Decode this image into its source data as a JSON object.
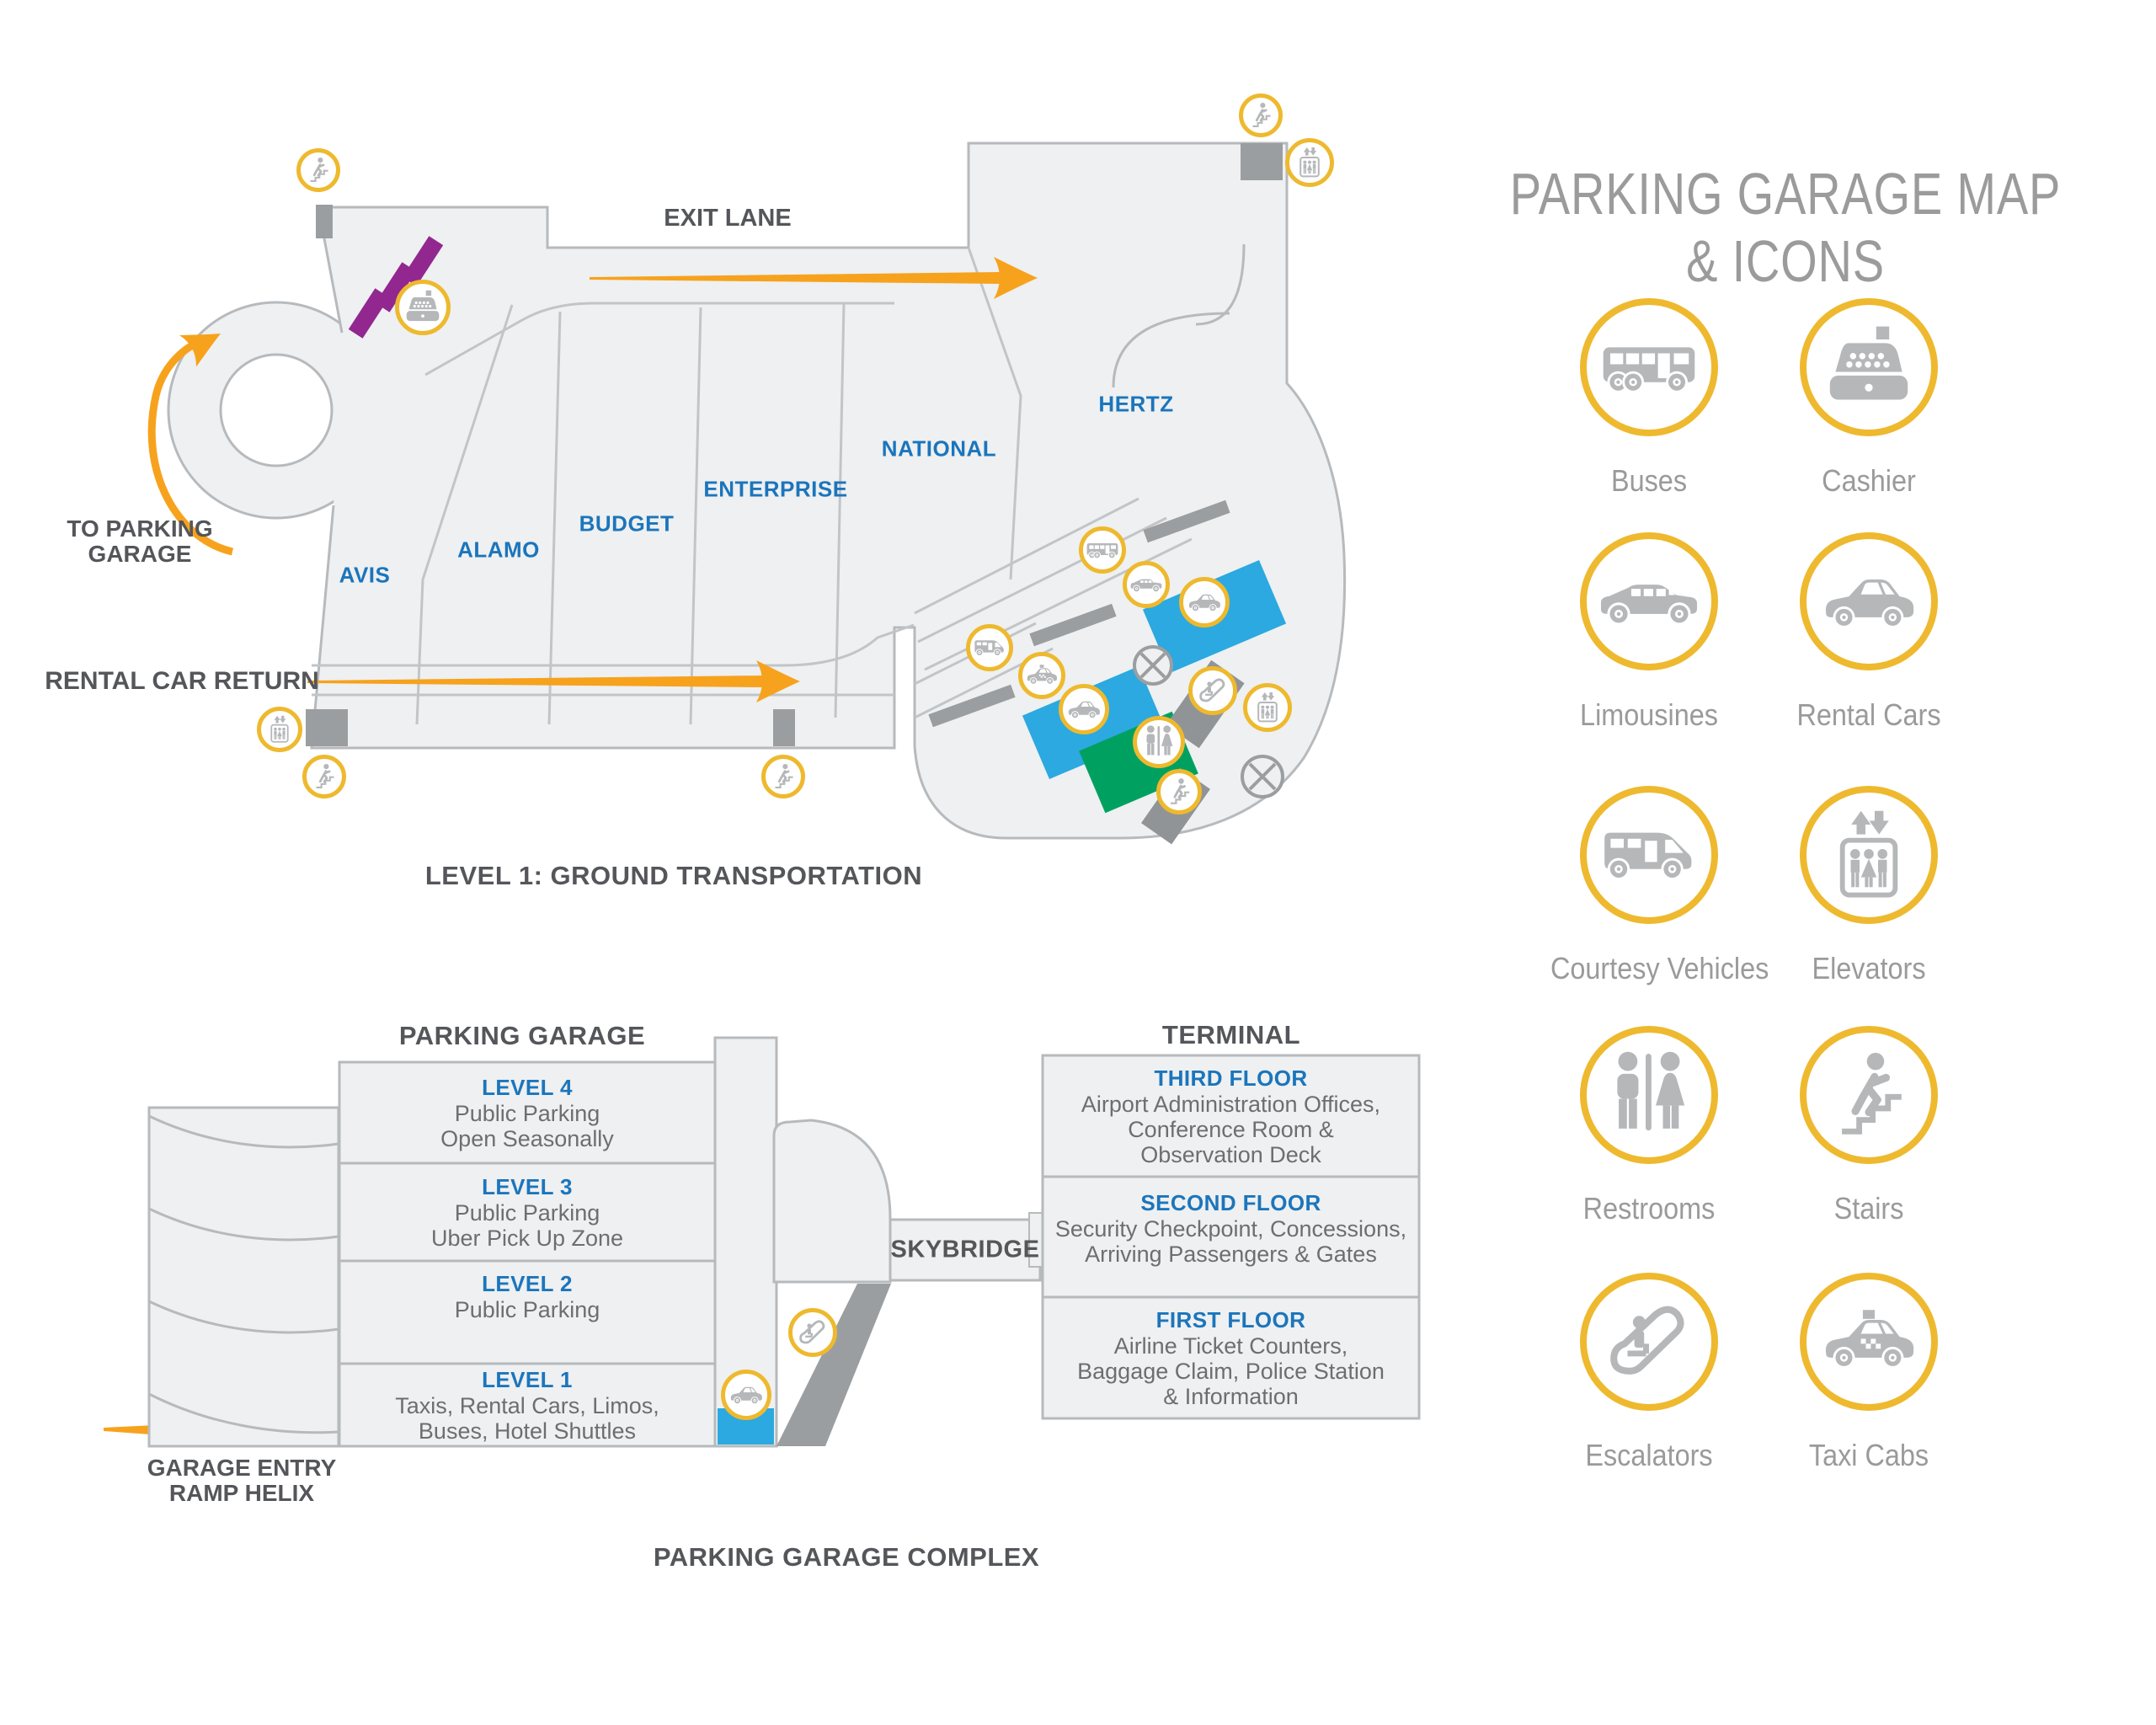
{
  "title": "PARKING GARAGE MAP & ICONS",
  "map": {
    "caption": "LEVEL 1: GROUND TRANSPORTATION",
    "labels": {
      "exit_lane": "EXIT LANE",
      "rental_car_return": "RENTAL CAR RETURN",
      "to_parking_line1": "TO PARKING",
      "to_parking_line2": "GARAGE"
    },
    "rental_companies": [
      "AVIS",
      "ALAMO",
      "BUDGET",
      "ENTERPRISE",
      "NATIONAL",
      "HERTZ"
    ],
    "pin_icons": [
      "stairs-icon",
      "cashier-icon",
      "elevator-icon",
      "bus-icon",
      "limousine-icon",
      "rental-car-icon",
      "courtesy-vehicle-icon",
      "taxi-icon",
      "restroom-icon",
      "escalator-icon",
      "no-entry-icon"
    ]
  },
  "complex": {
    "caption": "PARKING GARAGE COMPLEX",
    "garage": {
      "title": "PARKING GARAGE",
      "levels": [
        {
          "name": "LEVEL 4",
          "lines": [
            "Public Parking",
            "Open Seasonally"
          ]
        },
        {
          "name": "LEVEL 3",
          "lines": [
            "Public Parking",
            "Uber Pick Up Zone"
          ]
        },
        {
          "name": "LEVEL 2",
          "lines": [
            "Public Parking"
          ]
        },
        {
          "name": "LEVEL 1",
          "lines": [
            "Taxis, Rental Cars, Limos,",
            "Buses, Hotel Shuttles"
          ]
        }
      ]
    },
    "skybridge_label": "SKYBRIDGE",
    "terminal": {
      "title": "TERMINAL",
      "floors": [
        {
          "name": "THIRD FLOOR",
          "lines": [
            "Airport Administration Offices,",
            "Conference Room &",
            "Observation Deck"
          ]
        },
        {
          "name": "SECOND FLOOR",
          "lines": [
            "Security Checkpoint, Concessions,",
            "Arriving Passengers & Gates"
          ]
        },
        {
          "name": "FIRST FLOOR",
          "lines": [
            "Airline Ticket Counters,",
            "Baggage Claim, Police Station",
            "& Information"
          ]
        }
      ]
    },
    "garage_entry_line1": "GARAGE ENTRY",
    "garage_entry_line2": "RAMP HELIX"
  },
  "legend": {
    "items": [
      {
        "icon": "bus-icon",
        "label": "Buses"
      },
      {
        "icon": "cashier-icon",
        "label": "Cashier"
      },
      {
        "icon": "limousine-icon",
        "label": "Limousines"
      },
      {
        "icon": "rental-car-icon",
        "label": "Rental Cars"
      },
      {
        "icon": "courtesy-vehicle-icon",
        "label": "Courtesy Vehicles"
      },
      {
        "icon": "elevator-icon",
        "label": "Elevators"
      },
      {
        "icon": "restroom-icon",
        "label": "Restrooms"
      },
      {
        "icon": "stairs-icon",
        "label": "Stairs"
      },
      {
        "icon": "escalator-icon",
        "label": "Escalators"
      },
      {
        "icon": "taxi-icon",
        "label": "Taxi Cabs"
      }
    ]
  },
  "colors": {
    "accent_yellow": "#eeb92e",
    "orange": "#f7a21d",
    "purple": "#92278f",
    "zone_blue": "#2ba9e0",
    "zone_green": "#00a160",
    "label_blue": "#1b75bc",
    "text_dark": "#54565a",
    "text_gray": "#6d6e71",
    "legend_gray": "#9a9a9a",
    "map_fill": "#eef0f1",
    "map_stroke": "#b7babd",
    "mid_gray": "#9b9ea1",
    "icon_gray": "#b5b7b9"
  }
}
